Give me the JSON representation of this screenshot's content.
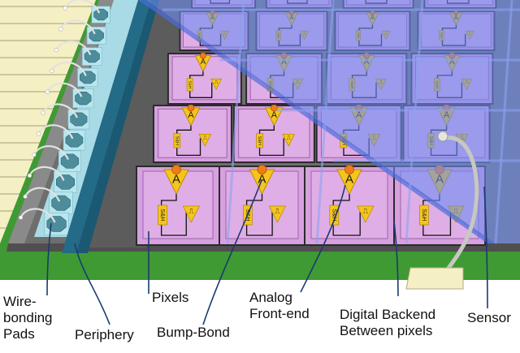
{
  "pixel": {
    "amp_letter": "A",
    "sh_label": "S&H",
    "disc_symbol": "⎍"
  },
  "labels": {
    "wire_bonding_pads": "Wire-\nbonding\nPads",
    "periphery": "Periphery",
    "pixels": "Pixels",
    "bump_bond": "Bump-Bond",
    "analog_front_end": "Analog\nFront-end",
    "digital_backend": "Digital Backend\nBetween pixels",
    "sensor": "Sensor"
  },
  "colors": {
    "board": "#f5f0c4",
    "board_trace": "#bfb98e",
    "green_pcb": "#3f9a34",
    "chip_base": "#6e6e6e",
    "pad_strip": "#a8dbe6",
    "pad": "#4d8d9b",
    "periphery": "#236b86",
    "pixel_cell": "#d7a0df",
    "pixel_border": "#9b64a8",
    "amplifier": "#f5c51d",
    "bump": "#f07d1a",
    "sensor_overlay": "#6e8cf0"
  }
}
